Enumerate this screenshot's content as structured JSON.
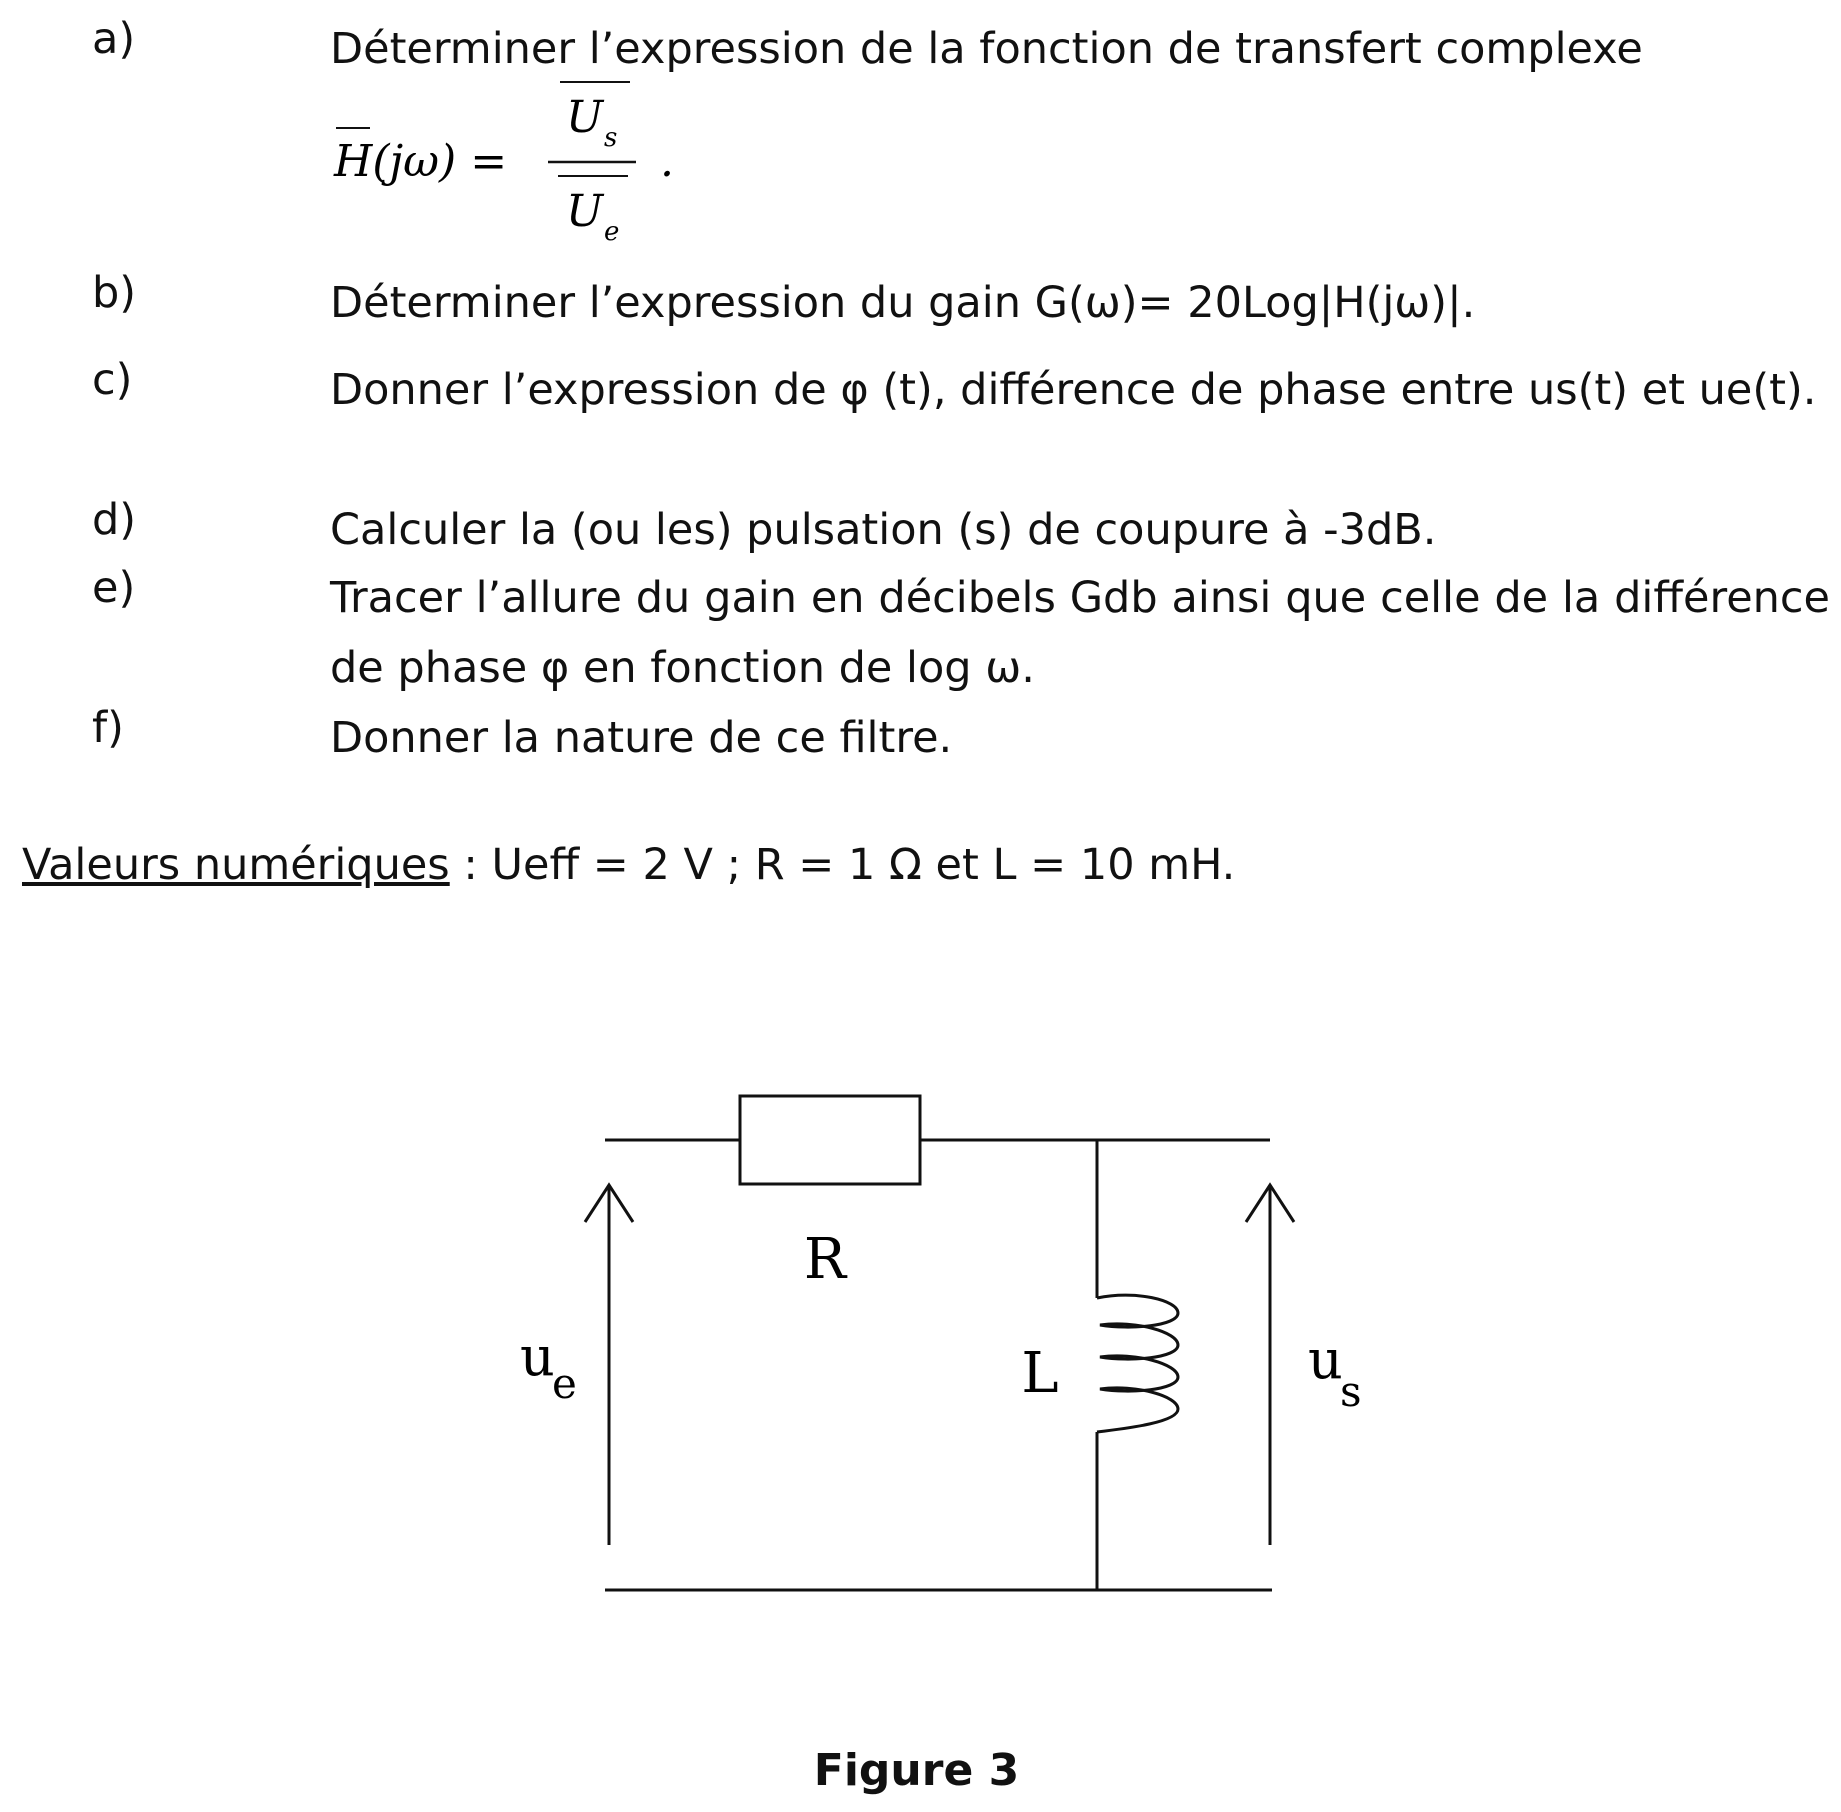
{
  "items": [
    {
      "label": "a)",
      "lines": [
        "Déterminer l’expression de la fonction de transfert complexe"
      ],
      "formula": {
        "lhs": "H(jω) =",
        "numerator": "U",
        "numerator_sub": "s",
        "denominator": "U",
        "denominator_sub": "e",
        "end": "."
      }
    },
    {
      "label": "b)",
      "lines": [
        "Déterminer l’expression du gain G(ω)= 20Log|H(jω)|."
      ]
    },
    {
      "label": "c)",
      "lines": [
        "Donner l’expression de φ (t), différence de phase entre us(t) et ue(t)."
      ]
    },
    {
      "label": "d)",
      "lines": [
        "Calculer la (ou les) pulsation (s) de coupure à -3dB."
      ]
    },
    {
      "label": "e)",
      "lines": [
        "Tracer l’allure du gain en décibels Gdb ainsi que celle de la différence de phase φ en fonction de log ω."
      ]
    },
    {
      "label": "f)",
      "lines": [
        "Donner la nature de ce filtre."
      ]
    }
  ],
  "valeurs": {
    "title": "Valeurs numériques",
    "separator": " :  ",
    "text": "Ueff = 2 V ; R = 1 Ω et L = 10 mH."
  },
  "figure": {
    "labels": {
      "R": "R",
      "L": "L",
      "ue": "u",
      "ue_sub": "e",
      "us": "u",
      "us_sub": "s"
    },
    "caption": "Figure 3"
  }
}
